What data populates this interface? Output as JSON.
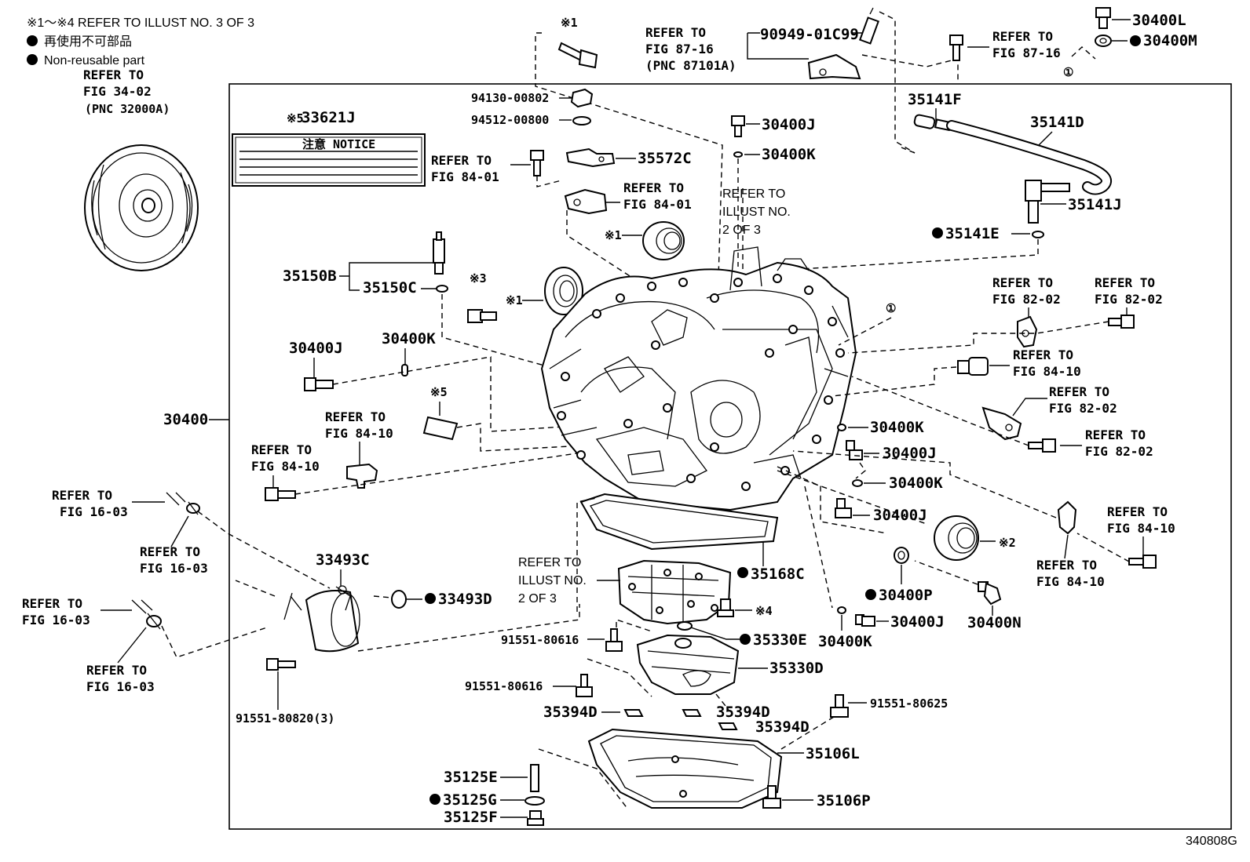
{
  "header": {
    "line1": "※1～※4 REFER TO ILLUST NO. 3 OF 3",
    "line2": "再使用不可部品",
    "line3": "Non-reusable part"
  },
  "refs": {
    "r3402a": "REFER TO",
    "r3402b": "FIG 34-02",
    "r3402c": "(PNC 32000A)",
    "r8716a": "REFER TO",
    "r8716b": "FIG 87-16",
    "r8716c": "(PNC 87101A)",
    "r8716d": "REFER TO",
    "r8716e": "FIG 87-16",
    "r8401a": "REFER TO",
    "r8401b": "FIG 84-01",
    "r8401c": "REFER TO",
    "r8401d": "FIG 84-01",
    "rIllA": "REFER TO",
    "rIllB": "ILLUST NO.",
    "rIllC": "2 OF 3",
    "rIll2A": "REFER TO",
    "rIll2B": "ILLUST NO.",
    "rIll2C": "2 OF 3",
    "r8202a": "REFER TO",
    "r8202b": "FIG 82-02",
    "r8202c": "REFER TO",
    "r8202d": "FIG 82-02",
    "r8410a": "REFER TO",
    "r8410b": "FIG 84-10",
    "r8202e": "REFER TO",
    "r8202f": "FIG 82-02",
    "r8202g": "REFER TO",
    "r8202h": "FIG 82-02",
    "r8410c": "REFER TO",
    "r8410d": "FIG 84-10",
    "r8410e": "REFER TO",
    "r8410f": "FIG 84-10",
    "r8410g": "REFER TO",
    "r8410h": "FIG 84-10",
    "r8410i": "REFER TO",
    "r8410j": "FIG 84-10",
    "r1603a": "REFER TO",
    "r1603b": "FIG 16-03",
    "r1603c": "REFER TO",
    "r1603d": "FIG 16-03",
    "r1603e": "REFER TO",
    "r1603f": "FIG 16-03",
    "r1603g": "REFER TO",
    "r1603h": "FIG 16-03"
  },
  "parts": {
    "p30400L": "30400L",
    "p30400M": "30400M",
    "p90949": "90949-01C99",
    "p94130": "94130-00802",
    "p94512": "94512-00800",
    "p33621J": "33621J",
    "p35572C": "35572C",
    "p30400J_a": "30400J",
    "p30400K_a": "30400K",
    "p35141F": "35141F",
    "p35141D": "35141D",
    "p35141J": "35141J",
    "p35141E": "35141E",
    "p35150B": "35150B",
    "p35150C": "35150C",
    "p30400J_b": "30400J",
    "p30400K_b": "30400K",
    "p30400": "30400",
    "p30400K_c": "30400K",
    "p30400J_c": "30400J",
    "p30400K_d": "30400K",
    "p30400J_d": "30400J",
    "p33493C": "33493C",
    "p33493D": "33493D",
    "p35168C": "35168C",
    "p30400P": "30400P",
    "p30400N": "30400N",
    "p30400J_e": "30400J",
    "p30400K_e": "30400K",
    "p35330E": "35330E",
    "p35330D": "35330D",
    "p91551_80616a": "91551-80616",
    "p91551_80616b": "91551-80616",
    "p91551_80625": "91551-80625",
    "p91551_80820": "91551-80820(3)",
    "p35394D_a": "35394D",
    "p35394D_b": "35394D",
    "p35394D_c": "35394D",
    "p35106L": "35106L",
    "p35106P": "35106P",
    "p35125E": "35125E",
    "p35125G": "35125G",
    "p35125F": "35125F"
  },
  "marks": {
    "m1a": "※1",
    "m1b": "※1",
    "m1c": "※1",
    "m2": "※2",
    "m3": "※3",
    "m4": "※4",
    "m5a": "※5",
    "m5b": "※5",
    "c1a": "①",
    "c1b": "①"
  },
  "notice": {
    "title": "注意 NOTICE"
  },
  "footer": {
    "code": "340808G"
  }
}
